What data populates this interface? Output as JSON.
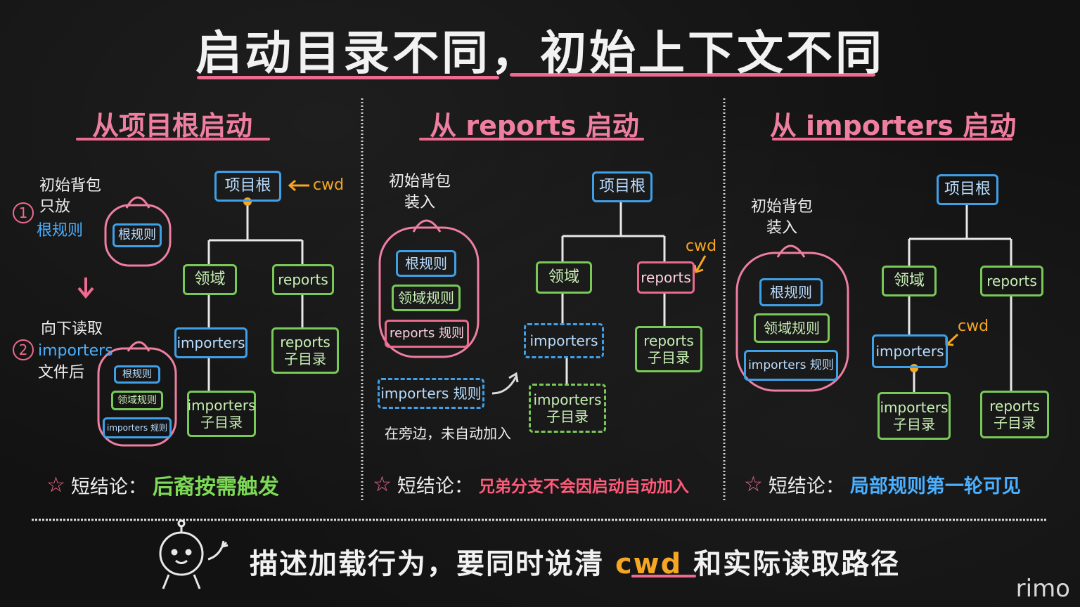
{
  "title": "启动目录不同，初始上下文不同",
  "columns": [
    {
      "heading": "从项目根启动",
      "steps": {
        "step1_num": "1",
        "step1_text": "初始背包\n只放",
        "step1_hl": "根规则",
        "arrow": "↓",
        "step2_num": "2",
        "step2_text": "向下读取",
        "step2_hl": "importers",
        "step2_text2": "文件后"
      },
      "backpack1": [
        "根规则"
      ],
      "backpack2": [
        "根规则",
        "领域规则",
        "importers 规则"
      ],
      "tree": {
        "root": "项目根",
        "cwd": "cwd",
        "domain": "领域",
        "reports": "reports",
        "importers": "importers",
        "reports_sub": "reports\n子目录",
        "importers_sub": "importers\n子目录"
      },
      "conclusion_label": "短结论：",
      "conclusion": "后裔按需触发",
      "conclusion_color": "#7ed957"
    },
    {
      "heading": "从 reports 启动",
      "backpack_label": "初始背包\n装入",
      "backpack": [
        "根规则",
        "领域规则",
        "reports 规则"
      ],
      "side_item": "importers 规则",
      "side_note": "在旁边，未自动加入",
      "tree": {
        "root": "项目根",
        "cwd": "cwd",
        "domain": "领域",
        "reports": "reports",
        "importers": "importers",
        "reports_sub": "reports\n子目录",
        "importers_sub": "importers\n子目录"
      },
      "conclusion_label": "短结论：",
      "conclusion": "兄弟分支不会因启动自动加入",
      "conclusion_color": "#ff5b7a"
    },
    {
      "heading": "从 importers 启动",
      "backpack_label": "初始背包\n装入",
      "backpack": [
        "根规则",
        "领域规则",
        "importers 规则"
      ],
      "tree": {
        "root": "项目根",
        "cwd": "cwd",
        "domain": "领域",
        "reports": "reports",
        "importers": "importers",
        "reports_sub": "reports\n子目录",
        "importers_sub": "importers\n子目录"
      },
      "conclusion_label": "短结论：",
      "conclusion": "局部规则第一轮可见",
      "conclusion_color": "#4ab0ff"
    }
  ],
  "bottom": {
    "before": "描述加载行为，要同时说清",
    "highlight": "cwd",
    "after": "和实际读取路径"
  },
  "watermark": "rimo",
  "colors": {
    "pink": "#ee7fa0",
    "blue": "#3fa0e8",
    "green": "#79c957",
    "orange": "#f5a623"
  }
}
